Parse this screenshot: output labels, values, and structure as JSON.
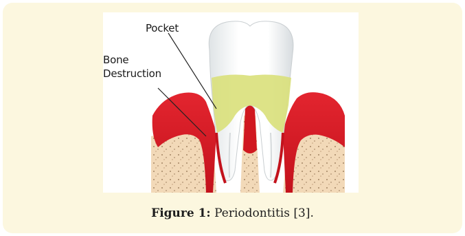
{
  "figure": {
    "labels": {
      "pocket": "Pocket",
      "bone_line1": "Bone",
      "bone_line2": "Destruction"
    },
    "caption": {
      "label": "Figure 1:",
      "text": " Periodontitis [3]."
    }
  },
  "colors": {
    "card_background": "#fcf7df",
    "gum": "#e0202a",
    "bone": "#f2d9b8",
    "tooth_stain": "#d9e07a"
  }
}
